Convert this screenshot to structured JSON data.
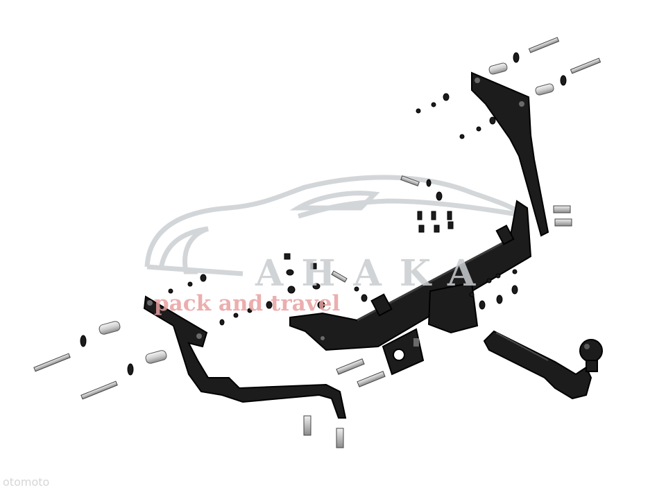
{
  "watermark": {
    "brand": "AHAKA",
    "tagline": "pack and travel"
  },
  "corner_mark": "otomoto",
  "colors": {
    "part": "#1c1c1c",
    "outline": "#000000",
    "metal_light": "#e2e2e2",
    "metal_shade": "#9a9a9a",
    "watermark_grey": "#c9cdd0",
    "watermark_red": "#e8a0a0"
  },
  "parts": [
    "tow-bar-crossbeam",
    "left-mounting-bracket",
    "right-mounting-bracket",
    "tow-ball-neck",
    "tow-ball",
    "socket-plate",
    "bolts",
    "washers",
    "nuts",
    "spacer-sleeves"
  ]
}
